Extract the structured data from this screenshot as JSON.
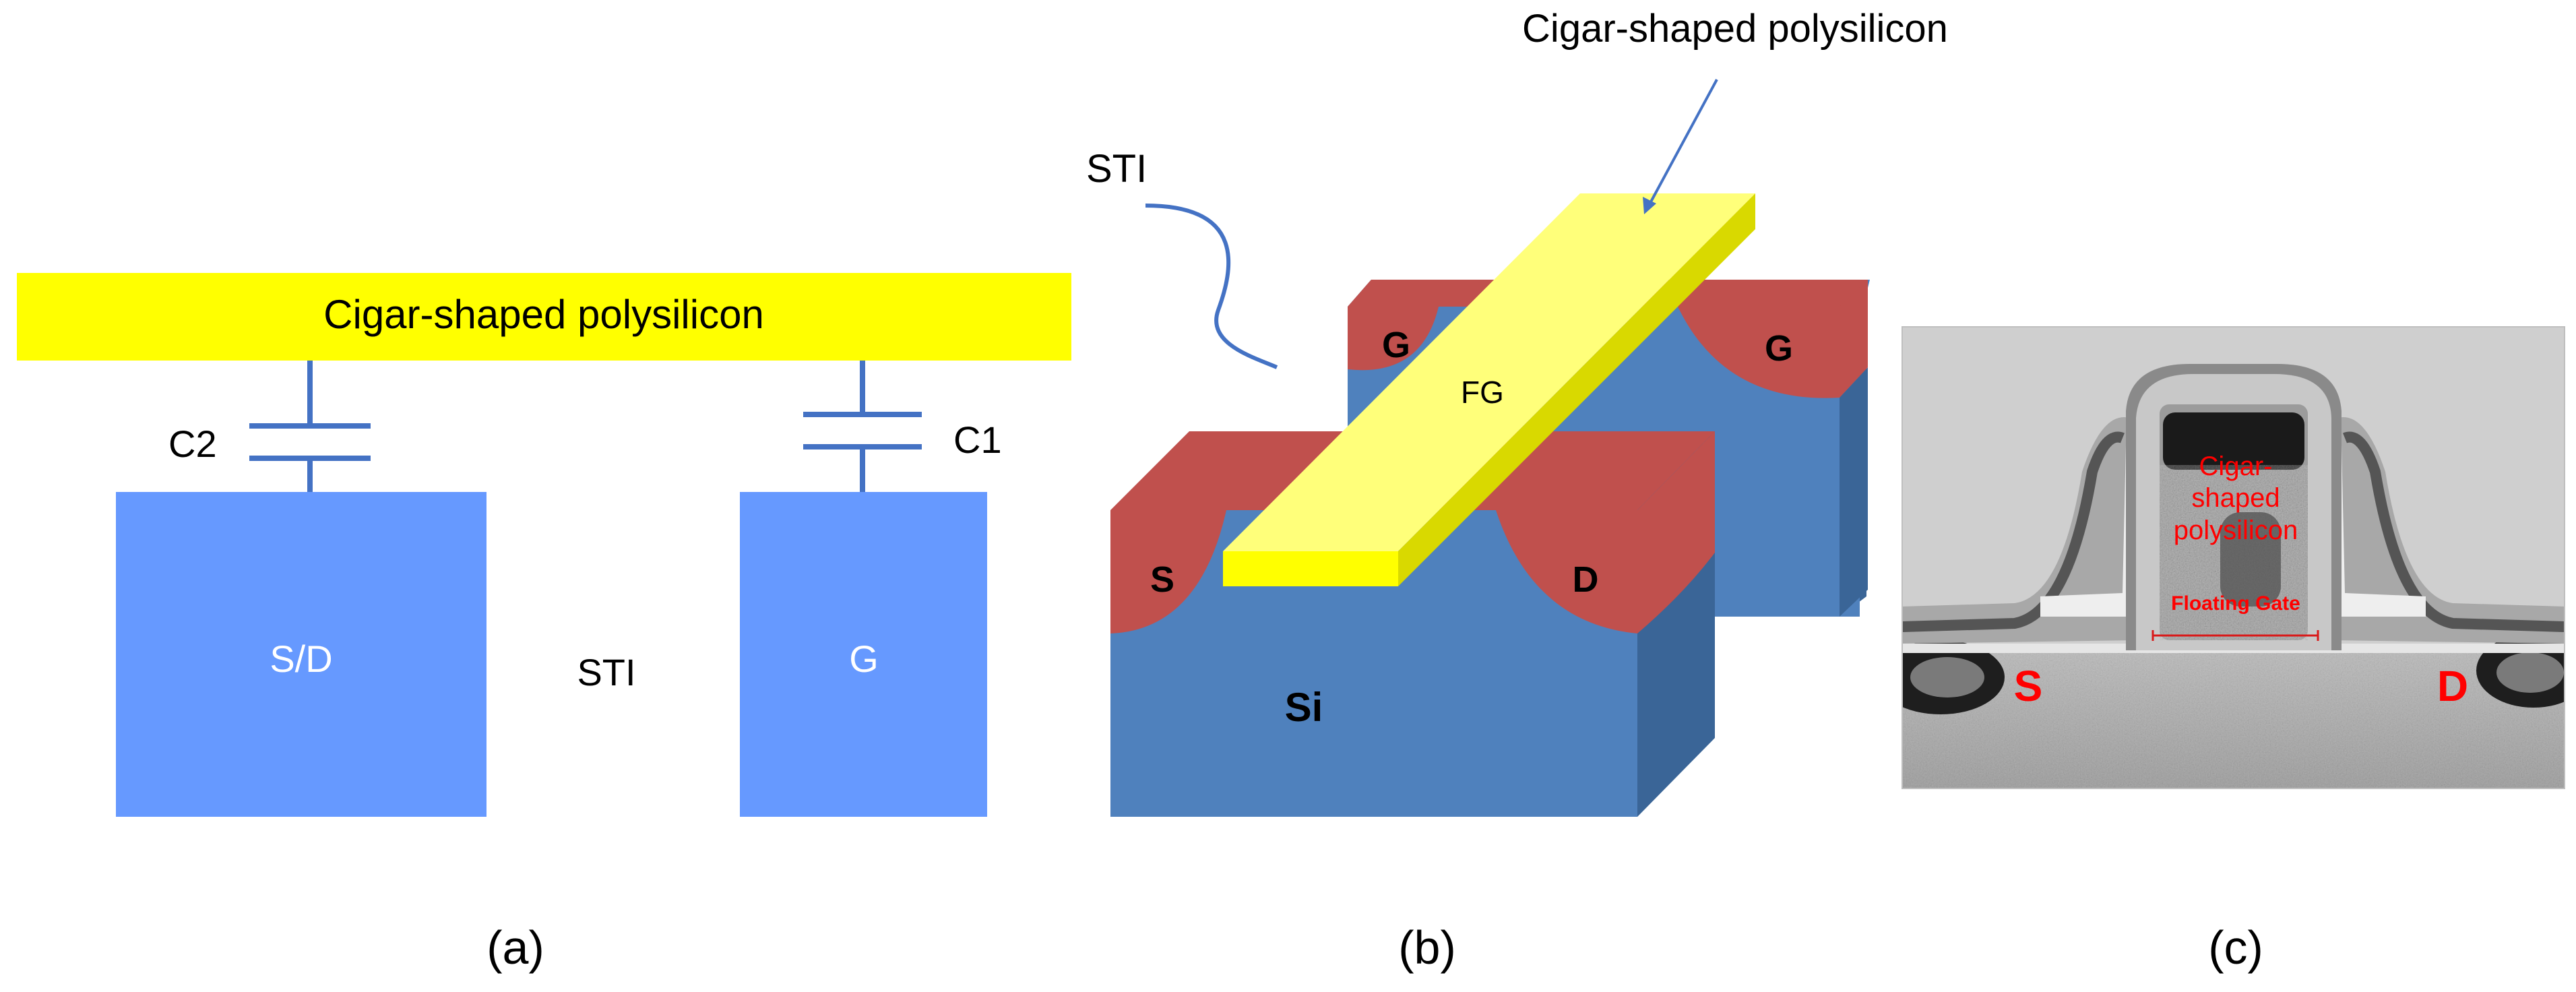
{
  "panel_a": {
    "poly_label": "Cigar-shaped polysilicon",
    "c2_label": "C2",
    "c1_label": "C1",
    "sd_label": "S/D",
    "sti_label": "STI",
    "g_label": "G",
    "caption": "(a)"
  },
  "panel_b": {
    "poly_label": "Cigar-shaped polysilicon",
    "sti_label": "STI",
    "g_left_label": "G",
    "g_right_label": "G",
    "fg_label": "FG",
    "s_label": "S",
    "d_label": "D",
    "si_label": "Si",
    "caption": "(b)"
  },
  "panel_c": {
    "poly_label_line1": "Cigar-",
    "poly_label_line2": "shaped",
    "poly_label_line3": "polysilicon",
    "floating_gate_label": "Floating Gate",
    "s_label": "S",
    "d_label": "D",
    "caption": "(c)"
  },
  "colors": {
    "poly_yellow": "#ffff00",
    "poly_yellow_3d": "#ffff7a",
    "block_blue": "#6699ff",
    "si_blue": "#4f81bd",
    "si_blue_dark": "#3a6597",
    "diffusion_red": "#c0504d",
    "cap_line": "#4472c4",
    "tem_label_red": "#ff0000"
  }
}
